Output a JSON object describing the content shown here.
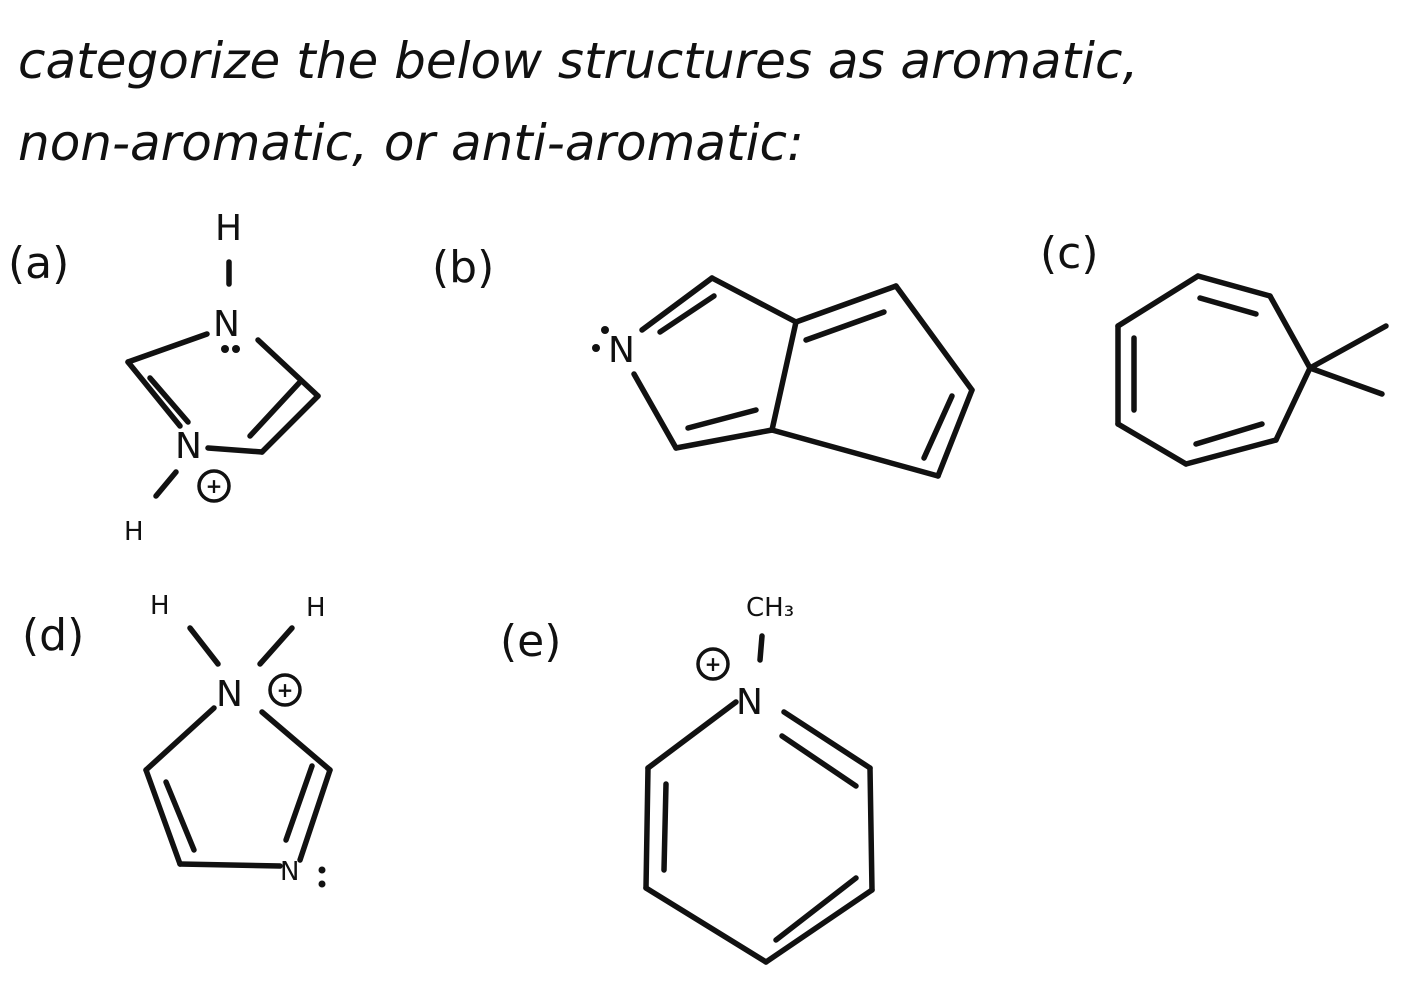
{
  "question": {
    "line1": "categorize the below structures as aromatic,",
    "line2": "non-aromatic, or anti-aromatic:"
  },
  "structures": [
    {
      "label": "(a)",
      "atoms": {
        "n_top": "N",
        "h_top": "H",
        "n_bottom": "N",
        "h_bottom": "H",
        "charge": "+"
      }
    },
    {
      "label": "(b)",
      "atoms": {
        "n": "N"
      }
    },
    {
      "label": "(c)",
      "atoms": {}
    },
    {
      "label": "(d)",
      "atoms": {
        "n_top": "N",
        "h_left": "H",
        "h_right": "H",
        "n_bottom": "N",
        "charge": "+"
      }
    },
    {
      "label": "(e)",
      "atoms": {
        "n": "N",
        "methyl": "CH₃",
        "charge": "+"
      }
    }
  ],
  "colors": {
    "ink": "#111111",
    "paper": "#ffffff"
  }
}
